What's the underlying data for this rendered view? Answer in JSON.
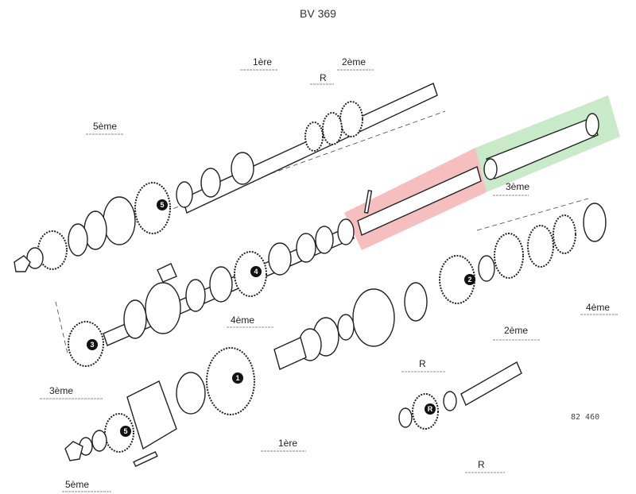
{
  "title": "BV 369",
  "reference": "82 460",
  "highlight_colors": {
    "red": "#f4b4b4",
    "green": "#bfe6bf"
  },
  "labels": {
    "top_1ere": "1ère",
    "top_R": "R",
    "top_2eme": "2ème",
    "top_5eme": "5ème",
    "green_3eme": "3ème",
    "mid_4eme": "4ème",
    "right_2eme": "2ème",
    "right_4eme": "4ème",
    "mid_R": "R",
    "left_3eme": "3ème",
    "bottom_1ere": "1ère",
    "bottom_5eme": "5ème",
    "bottom_R": "R"
  },
  "gear_badges": [
    "5",
    "4",
    "3",
    "2",
    "1",
    "R",
    "5"
  ]
}
